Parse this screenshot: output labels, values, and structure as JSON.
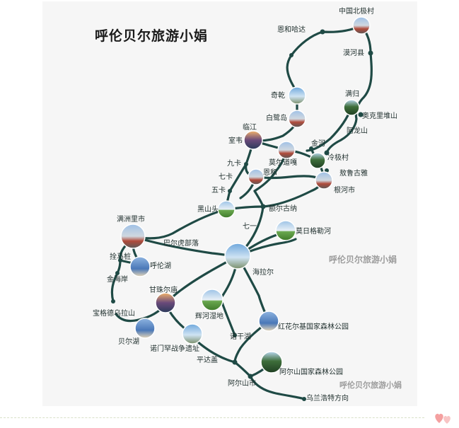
{
  "title": "呼伦贝尔旅游小娟",
  "watermarks": [
    "呼伦贝尔旅游小娟",
    "呼伦贝尔旅游小娟"
  ],
  "colors": {
    "route": "#1f4a45",
    "background": "#f6f6f6",
    "heart": "#f08080"
  },
  "places": [
    {
      "id": "mohe-north-village",
      "label": "中国北极村",
      "photo": true
    },
    {
      "id": "enhehada",
      "label": "恩和哈达",
      "photo": false
    },
    {
      "id": "mohe-county",
      "label": "漠河县",
      "photo": false
    },
    {
      "id": "qiqian",
      "label": "奇乾",
      "photo": true
    },
    {
      "id": "mangui",
      "label": "满归",
      "photo": true
    },
    {
      "id": "bailudao",
      "label": "白鹭岛",
      "photo": true
    },
    {
      "id": "aokeli-duishan",
      "label": "奥克里堆山",
      "photo": false
    },
    {
      "id": "alongshan",
      "label": "阿龙山",
      "photo": false
    },
    {
      "id": "linjiang",
      "label": "临江",
      "photo": false
    },
    {
      "id": "shiwei",
      "label": "室韦",
      "photo": true
    },
    {
      "id": "jinhe",
      "label": "金河",
      "photo": false
    },
    {
      "id": "moerdaoga",
      "label": "莫尔道嘎",
      "photo": true
    },
    {
      "id": "lengjicun",
      "label": "冷极村",
      "photo": true
    },
    {
      "id": "jiuka",
      "label": "九卡",
      "photo": false
    },
    {
      "id": "enhe",
      "label": "恩和",
      "photo": true
    },
    {
      "id": "aoluguya",
      "label": "敖鲁古雅",
      "photo": false
    },
    {
      "id": "qika",
      "label": "七卡",
      "photo": false
    },
    {
      "id": "genhe",
      "label": "根河市",
      "photo": true
    },
    {
      "id": "wuka",
      "label": "五卡",
      "photo": false
    },
    {
      "id": "heishantou",
      "label": "黑山头",
      "photo": true
    },
    {
      "id": "eerguna",
      "label": "额尔古纳",
      "photo": false
    },
    {
      "id": "manzhouli",
      "label": "满洲里市",
      "photo": true
    },
    {
      "id": "qiyi",
      "label": "七一",
      "photo": false
    },
    {
      "id": "morigele",
      "label": "莫日格勒河",
      "photo": true
    },
    {
      "id": "baerhu",
      "label": "巴尔虎部落",
      "photo": false
    },
    {
      "id": "shuanmazhuang",
      "label": "拴马桩",
      "photo": false
    },
    {
      "id": "hulunhu",
      "label": "呼伦湖",
      "photo": true
    },
    {
      "id": "hailaer",
      "label": "海拉尔",
      "photo": true
    },
    {
      "id": "jinhaian",
      "label": "金海岸",
      "photo": false
    },
    {
      "id": "ganzhuer",
      "label": "甘珠尔庙",
      "photo": true
    },
    {
      "id": "huihe",
      "label": "辉河湿地",
      "photo": true
    },
    {
      "id": "baogedewula",
      "label": "宝格德乌拉山",
      "photo": false
    },
    {
      "id": "honghuaerji",
      "label": "红花尔基国家森林公园",
      "photo": true
    },
    {
      "id": "beierhu",
      "label": "贝尔湖",
      "photo": true
    },
    {
      "id": "nuoganhu",
      "label": "诺干湖",
      "photo": false
    },
    {
      "id": "nuomenhan",
      "label": "诺门罕战争遗址",
      "photo": true
    },
    {
      "id": "pingdagai",
      "label": "平达盖",
      "photo": false
    },
    {
      "id": "aershan-park",
      "label": "阿尔山国家森林公园",
      "photo": true
    },
    {
      "id": "aershan-city",
      "label": "阿尔山市",
      "photo": false
    },
    {
      "id": "wulanhaote",
      "label": "乌兰浩特方向",
      "photo": false
    }
  ]
}
